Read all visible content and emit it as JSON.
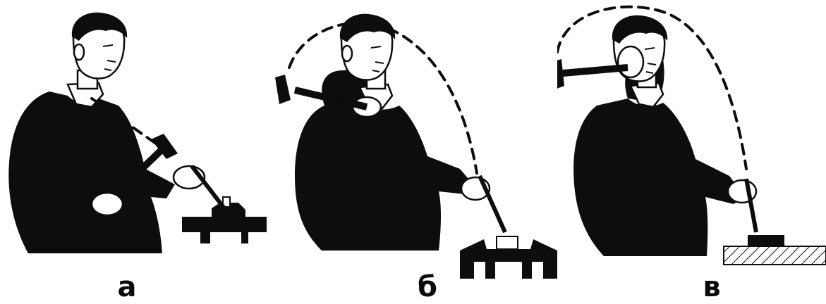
{
  "panels": [
    {
      "caption": "а"
    },
    {
      "caption": "б"
    },
    {
      "caption": "в"
    }
  ]
}
